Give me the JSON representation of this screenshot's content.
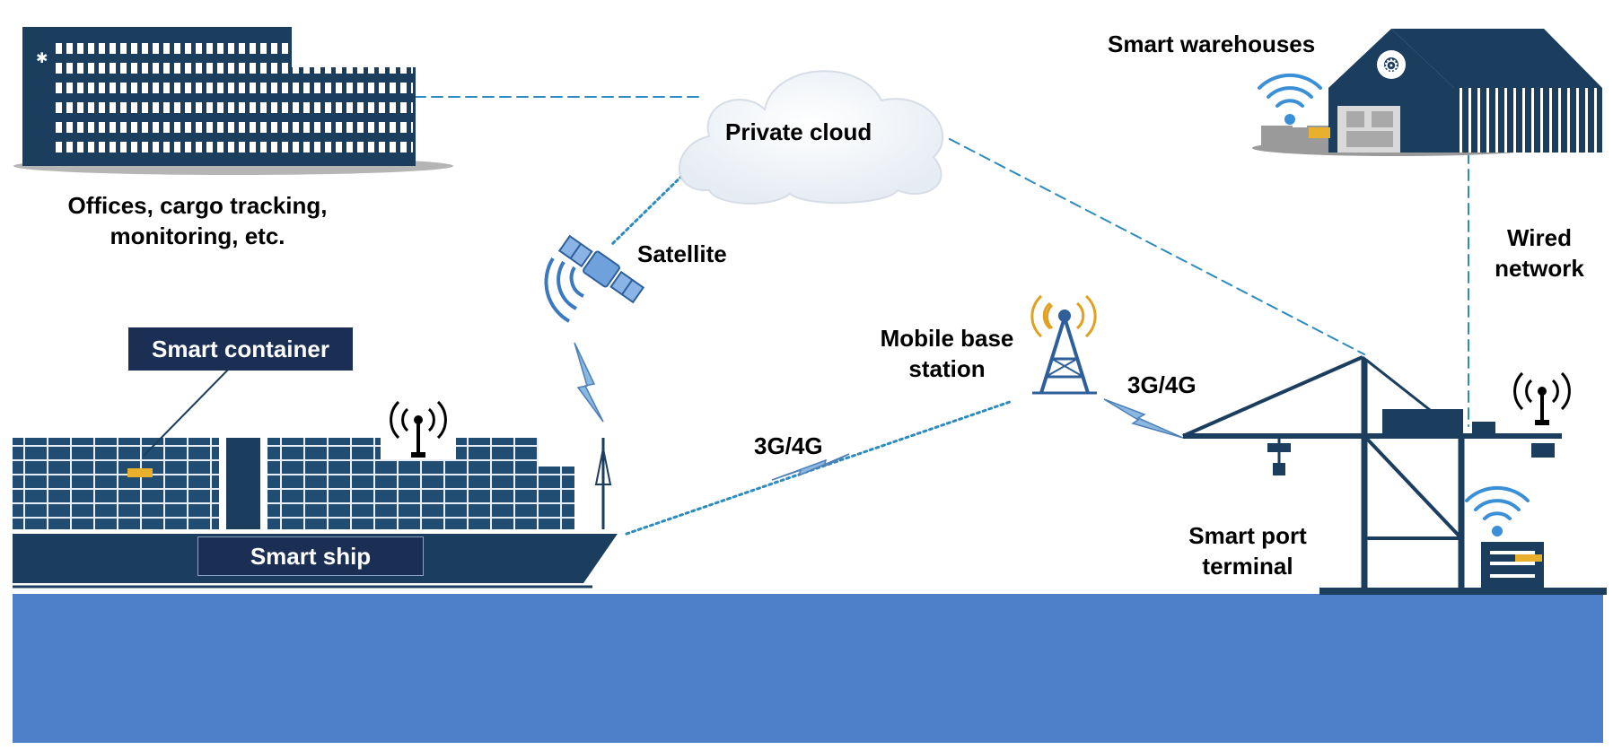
{
  "labels": {
    "offices_line1": "Offices, cargo tracking,",
    "offices_line2": "monitoring, etc.",
    "private_cloud": "Private cloud",
    "satellite": "Satellite",
    "smart_warehouses": "Smart warehouses",
    "wired_line1": "Wired",
    "wired_line2": "network",
    "mobile_line1": "Mobile base",
    "mobile_line2": "station",
    "net_3g4g_left": "3G/4G",
    "net_3g4g_right": "3G/4G",
    "smart_container": "Smart container",
    "smart_ship": "Smart ship",
    "port_line1": "Smart port",
    "port_line2": "terminal"
  },
  "colors": {
    "navy": "#1b3d5e",
    "box_navy": "#1b2f55",
    "sea": "#4d80c8",
    "link_blue": "#2e8bc0",
    "cargo_yellow": "#e8b02c",
    "ground_grey": "#9a9a9a"
  },
  "icons": [
    "office-building-icon",
    "cloud-icon",
    "satellite-icon",
    "warehouse-icon",
    "radio-tower-icon",
    "wifi-icon",
    "ship-icon",
    "crane-icon",
    "lightning-icon"
  ]
}
